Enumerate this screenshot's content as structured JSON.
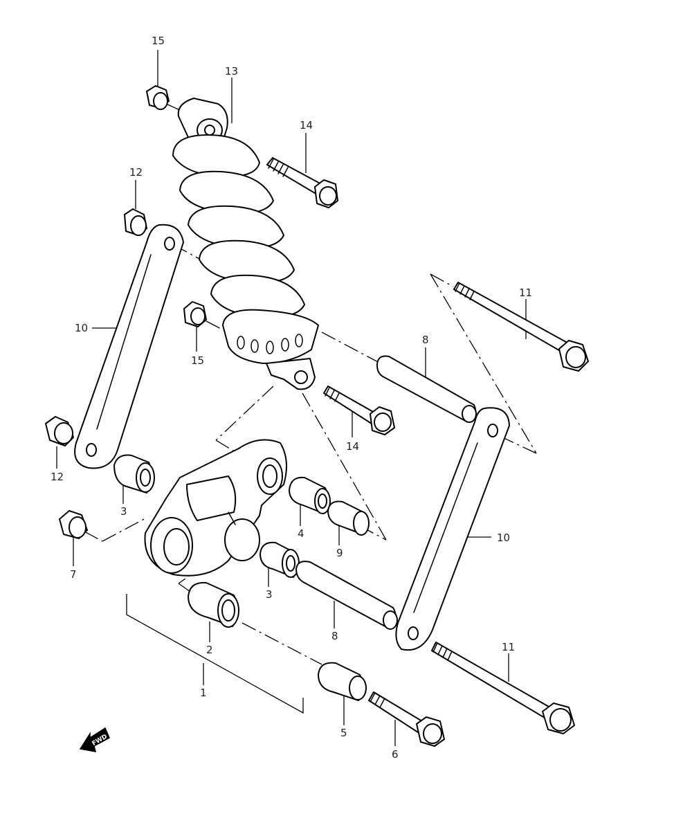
{
  "callouts": {
    "c15a": "15",
    "c13": "13",
    "c14a": "14",
    "c12a": "12",
    "c10a": "10",
    "c15b": "15",
    "c11a": "11",
    "c8a": "8",
    "c14b": "14",
    "c12b": "12",
    "c3a": "3",
    "c4": "4",
    "c9": "9",
    "c7": "7",
    "c3b": "3",
    "c10b": "10",
    "c8b": "8",
    "c2": "2",
    "c11b": "11",
    "c1": "1",
    "c5": "5",
    "c6": "6"
  },
  "fwd_label": "FWD",
  "colors": {
    "line": "#000000",
    "background": "#ffffff",
    "text": "#222222"
  }
}
